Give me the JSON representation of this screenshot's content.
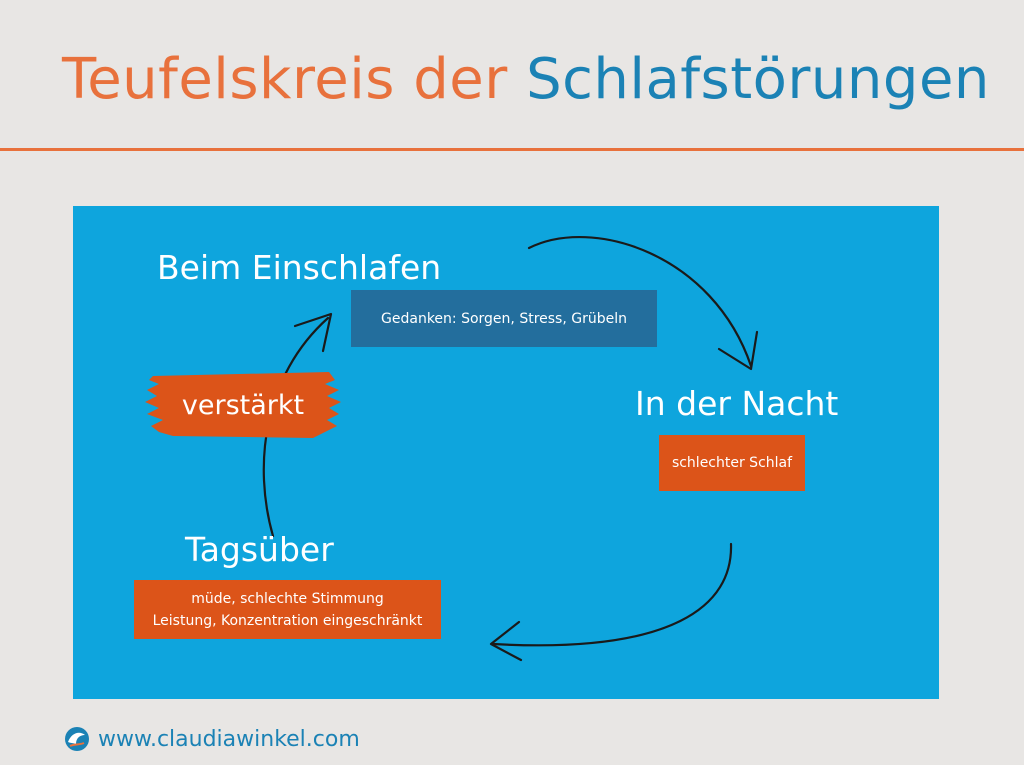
{
  "header": {
    "title_part1": "Teufelskreis der",
    "title_part2": "Schlafstörungen"
  },
  "diagram": {
    "stages": [
      {
        "heading": "Beim Einschlafen",
        "box_lines": [
          "Gedanken: Sorgen, Stress, Grübeln"
        ]
      },
      {
        "heading": "In der Nacht",
        "box_lines": [
          "schlechter Schlaf"
        ]
      },
      {
        "heading": "Tagsüber",
        "box_lines": [
          "müde, schlechte Stimmung",
          "Leistung, Konzentration eingeschränkt"
        ]
      }
    ],
    "amplifier_label": "verstärkt"
  },
  "footer": {
    "url": "www.claudiawinkel.com"
  },
  "colors": {
    "background": "#e8e6e4",
    "title_orange": "#e8713c",
    "title_blue": "#1b82b5",
    "panel_blue": "#0ea5dd",
    "box_dark_blue": "#236e9d",
    "box_orange": "#dc5419",
    "arrow": "#1a1a1a"
  },
  "icons": {
    "logo": "wave-logo-icon",
    "arrow": "curved-arrow-icon"
  }
}
